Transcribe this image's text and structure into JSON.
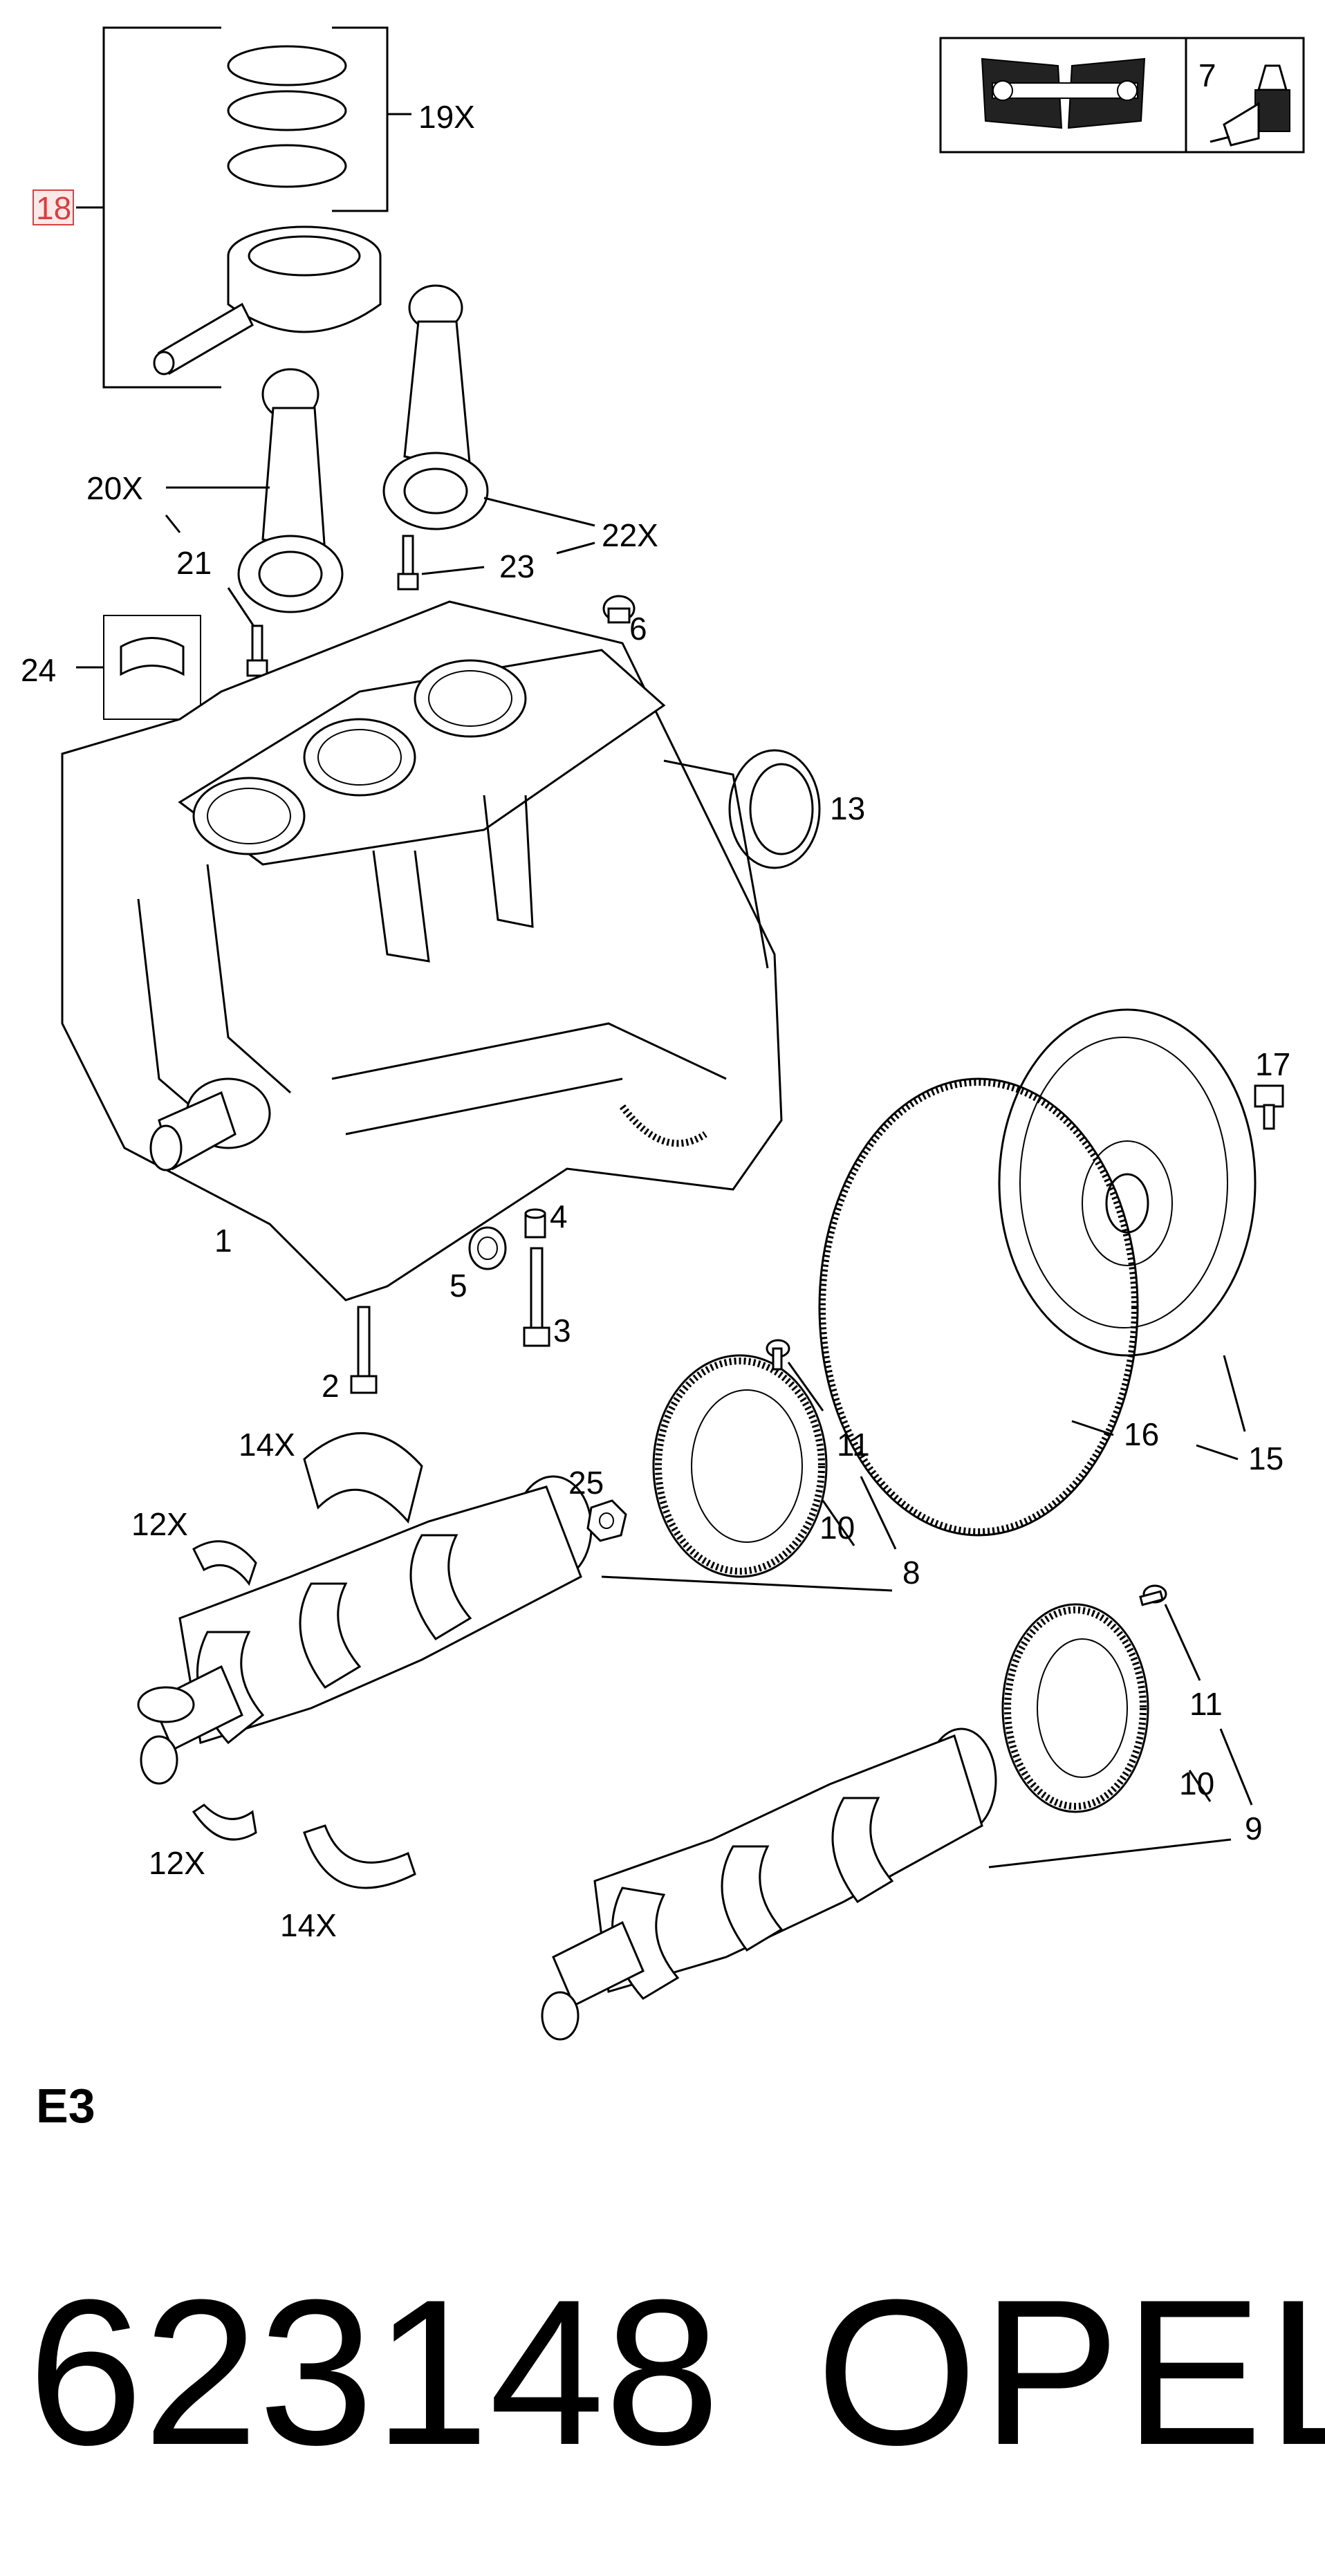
{
  "diagram": {
    "callouts": [
      {
        "id": "c18",
        "label": "18",
        "highlighted": true
      },
      {
        "id": "c19x",
        "label": "19X"
      },
      {
        "id": "c20x",
        "label": "20X"
      },
      {
        "id": "c21",
        "label": "21"
      },
      {
        "id": "c22x",
        "label": "22X"
      },
      {
        "id": "c23",
        "label": "23"
      },
      {
        "id": "c24",
        "label": "24"
      },
      {
        "id": "c6",
        "label": "6"
      },
      {
        "id": "c13",
        "label": "13"
      },
      {
        "id": "c7",
        "label": "7"
      },
      {
        "id": "c17",
        "label": "17"
      },
      {
        "id": "c1",
        "label": "1"
      },
      {
        "id": "c4",
        "label": "4"
      },
      {
        "id": "c5",
        "label": "5"
      },
      {
        "id": "c3",
        "label": "3"
      },
      {
        "id": "c2",
        "label": "2"
      },
      {
        "id": "c14x_top",
        "label": "14X"
      },
      {
        "id": "c12x_top",
        "label": "12X"
      },
      {
        "id": "c25",
        "label": "25"
      },
      {
        "id": "c11a",
        "label": "11"
      },
      {
        "id": "c16",
        "label": "16"
      },
      {
        "id": "c15",
        "label": "15"
      },
      {
        "id": "c10a",
        "label": "10"
      },
      {
        "id": "c8",
        "label": "8"
      },
      {
        "id": "c11b",
        "label": "11"
      },
      {
        "id": "c10b",
        "label": "10"
      },
      {
        "id": "c9",
        "label": "9"
      },
      {
        "id": "c12x_bot",
        "label": "12X"
      },
      {
        "id": "c14x_bot",
        "label": "14X"
      }
    ],
    "icons": {
      "manual": "open-book-wrench-icon",
      "sealant": "sealant-tube-icon"
    }
  },
  "section_code": "E3",
  "footer": {
    "part_number": "623148",
    "brand": "OPEL"
  },
  "colors": {
    "highlight": "#d64040",
    "line": "#000000"
  }
}
